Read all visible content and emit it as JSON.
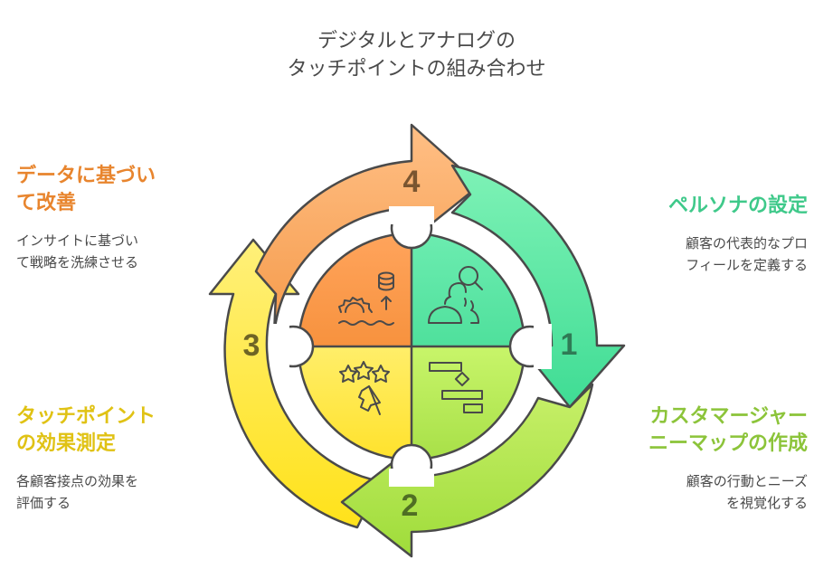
{
  "title": {
    "line1": "デジタルとアナログの",
    "line2": "タッチポイントの組み合わせ"
  },
  "steps": [
    {
      "number": "1",
      "heading_line1": "ペルソナの設定",
      "heading_line2": "",
      "desc_line1": "顧客の代表的なプロ",
      "desc_line2": "フィールを定義する",
      "color": "#3fc98a",
      "icon": "persona-search-icon"
    },
    {
      "number": "2",
      "heading_line1": "カスタマージャー",
      "heading_line2": "ニーマップの作成",
      "desc_line1": "顧客の行動とニーズ",
      "desc_line2": "を視覚化する",
      "color": "#8cc43a",
      "icon": "journey-map-gantt-icon"
    },
    {
      "number": "3",
      "heading_line1": "タッチポイント",
      "heading_line2": "の効果測定",
      "desc_line1": "各顧客接点の効果を",
      "desc_line2": "評価する",
      "color": "#e0c214",
      "icon": "stars-rating-icon"
    },
    {
      "number": "4",
      "heading_line1": "データに基づい",
      "heading_line2": "て改善",
      "desc_line1": "インサイトに基づい",
      "desc_line2": "て戦略を洗練させる",
      "color": "#e8852e",
      "icon": "data-improvement-icon"
    }
  ]
}
